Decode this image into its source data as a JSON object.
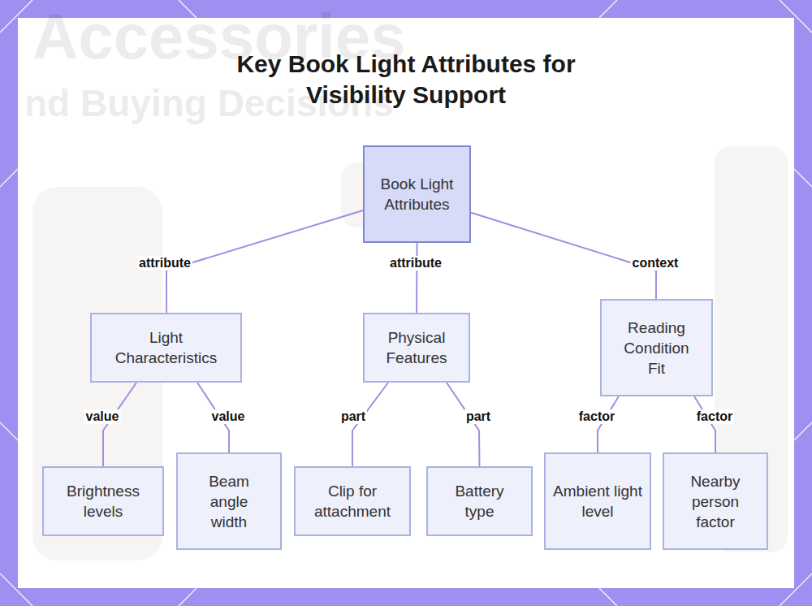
{
  "diagram": {
    "title": "Key Book Light Attributes for Visibility Support",
    "nodes": [
      {
        "text": [
          "Book Light Attributes"
        ]
      },
      {
        "text": [
          "Light Characteristics"
        ]
      },
      {
        "text": [
          "Physical Features"
        ]
      },
      {
        "text": [
          "Reading Condition Fit"
        ]
      },
      {
        "text": [
          "Brightness levels"
        ]
      },
      {
        "text": [
          "Beam angle width"
        ]
      },
      {
        "text": [
          "Clip for attachment"
        ]
      },
      {
        "text": [
          "Battery type"
        ]
      },
      {
        "text": [
          "Ambient light level"
        ]
      },
      {
        "text": [
          "Nearby person factor"
        ]
      }
    ],
    "edges": [
      {
        "from": 0,
        "to": 1,
        "arrow": "none",
        "label": "attribute"
      },
      {
        "from": 0,
        "to": 2,
        "arrow": "none",
        "label": "attribute"
      },
      {
        "from": 0,
        "to": 3,
        "arrow": "none",
        "label": "context"
      },
      {
        "from": 1,
        "to": 4,
        "arrow": "none",
        "label": "value"
      },
      {
        "from": 1,
        "to": 5,
        "arrow": "none",
        "label": "value"
      },
      {
        "from": 2,
        "to": 6,
        "arrow": "none",
        "label": "part"
      },
      {
        "from": 2,
        "to": 7,
        "arrow": "none",
        "label": "part"
      },
      {
        "from": 3,
        "to": 8,
        "arrow": "none",
        "label": "factor"
      },
      {
        "from": 3,
        "to": 9,
        "arrow": "none",
        "label": "factor"
      }
    ],
    "labels": [
      "Accessories",
      "nd Buying Decisions"
    ]
  }
}
